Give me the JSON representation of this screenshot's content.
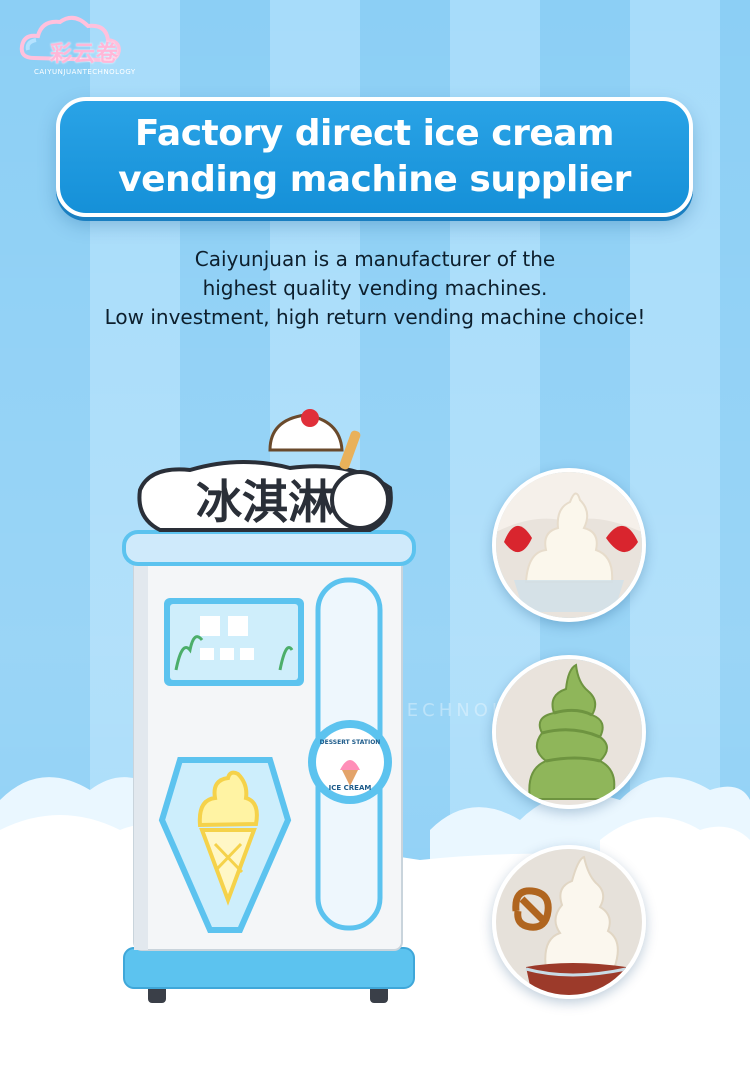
{
  "brand": {
    "logo_text": "彩云卷",
    "logo_subtext": "CAIYUNJUANTECHNOLOGY",
    "watermark": "CAIYUNJUAN TECHNOLOGY"
  },
  "headline": {
    "line1": "Factory direct ice cream",
    "line2": "vending machine supplier"
  },
  "description": {
    "line1": "Caiyunjuan is a manufacturer of the",
    "line2": "highest quality vending machines.",
    "line3": "Low investment, high return vending machine choice!"
  },
  "machine": {
    "sign_text": "冰淇淋",
    "badge_top": "DESSERT STATION",
    "badge_bottom": "ICE CREAM"
  },
  "photos": [
    {
      "icon": "strawberry-soft-serve-image"
    },
    {
      "icon": "matcha-soft-serve-image"
    },
    {
      "icon": "pretzel-soft-serve-image"
    }
  ],
  "colors": {
    "accent": "#1590d8",
    "background": "#8fd0f6",
    "machine_trim": "#5cc3ef"
  }
}
